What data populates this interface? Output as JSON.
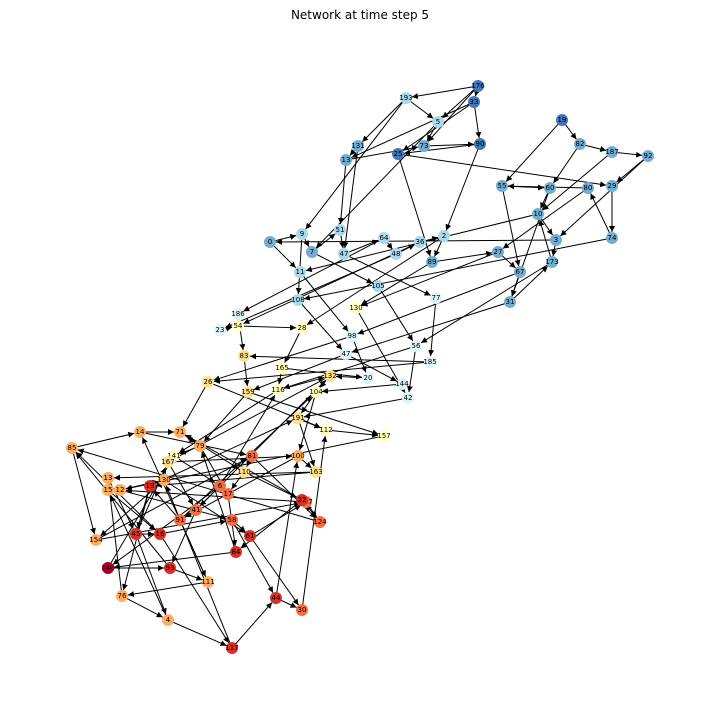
{
  "title": "Network at time step 5",
  "colors": {
    "edge": "#000000",
    "palette": [
      "#313695",
      "#4575b4",
      "#74add1",
      "#abd9e9",
      "#e0f3f8",
      "#ffffbf",
      "#fee090",
      "#fdae61",
      "#f46d43",
      "#d73027",
      "#a50026"
    ]
  },
  "nodes": [
    {
      "id": "176",
      "c": 1
    },
    {
      "id": "33",
      "c": 1
    },
    {
      "id": "193",
      "c": 3
    },
    {
      "id": "5",
      "c": 3
    },
    {
      "id": "19",
      "c": 1
    },
    {
      "id": "82",
      "c": 2
    },
    {
      "id": "187",
      "c": 2
    },
    {
      "id": "92",
      "c": 2
    },
    {
      "id": "131",
      "c": 2
    },
    {
      "id": "13",
      "c": 2
    },
    {
      "id": "73",
      "c": 2
    },
    {
      "id": "90",
      "c": 1
    },
    {
      "id": "25",
      "c": 1
    },
    {
      "id": "29",
      "c": 2
    },
    {
      "id": "74",
      "c": 2
    },
    {
      "id": "80",
      "c": 2
    },
    {
      "id": "55",
      "c": 2
    },
    {
      "id": "60",
      "c": 2
    },
    {
      "id": "10",
      "c": 2
    },
    {
      "id": "3",
      "c": 2
    },
    {
      "id": "0",
      "c": 2
    },
    {
      "id": "9",
      "c": 3
    },
    {
      "id": "7",
      "c": 2
    },
    {
      "id": "51",
      "c": 3
    },
    {
      "id": "47",
      "c": 3
    },
    {
      "id": "64",
      "c": 3
    },
    {
      "id": "48",
      "c": 3
    },
    {
      "id": "36",
      "c": 3
    },
    {
      "id": "2",
      "c": 3
    },
    {
      "id": "89",
      "c": 2
    },
    {
      "id": "27",
      "c": 2
    },
    {
      "id": "67",
      "c": 2
    },
    {
      "id": "31",
      "c": 2
    },
    {
      "id": "173",
      "c": 2
    },
    {
      "id": "11",
      "c": 3
    },
    {
      "id": "108",
      "c": 3
    },
    {
      "id": "105",
      "c": 3
    },
    {
      "id": "77",
      "c": 4
    },
    {
      "id": "186",
      "c": 4
    },
    {
      "id": "23",
      "c": 4
    },
    {
      "id": "54",
      "c": 5
    },
    {
      "id": "28",
      "c": 5
    },
    {
      "id": "130",
      "c": 5
    },
    {
      "id": "98",
      "c": 4
    },
    {
      "id": "47",
      "c": 4
    },
    {
      "id": "56",
      "c": 4
    },
    {
      "id": "185",
      "c": 4
    },
    {
      "id": "83",
      "c": 6
    },
    {
      "id": "165",
      "c": 5
    },
    {
      "id": "20",
      "c": 4
    },
    {
      "id": "144",
      "c": 4
    },
    {
      "id": "42",
      "c": 4
    },
    {
      "id": "26",
      "c": 6
    },
    {
      "id": "159",
      "c": 6
    },
    {
      "id": "116",
      "c": 5
    },
    {
      "id": "132",
      "c": 6
    },
    {
      "id": "104",
      "c": 5
    },
    {
      "id": "191",
      "c": 6
    },
    {
      "id": "112",
      "c": 5
    },
    {
      "id": "157",
      "c": 5
    },
    {
      "id": "85",
      "c": 7
    },
    {
      "id": "14",
      "c": 7
    },
    {
      "id": "71",
      "c": 7
    },
    {
      "id": "79",
      "c": 7
    },
    {
      "id": "141",
      "c": 5
    },
    {
      "id": "167",
      "c": 6
    },
    {
      "id": "100",
      "c": 7
    },
    {
      "id": "163",
      "c": 6
    },
    {
      "id": "13",
      "c": 7
    },
    {
      "id": "15",
      "c": 7
    },
    {
      "id": "12",
      "c": 7
    },
    {
      "id": "130",
      "c": 7
    },
    {
      "id": "154",
      "c": 7
    },
    {
      "id": "81",
      "c": 8
    },
    {
      "id": "110",
      "c": 6
    },
    {
      "id": "17",
      "c": 8
    },
    {
      "id": "6",
      "c": 8
    },
    {
      "id": "41",
      "c": 8
    },
    {
      "id": "91",
      "c": 8
    },
    {
      "id": "19",
      "c": 9
    },
    {
      "id": "45",
      "c": 9
    },
    {
      "id": "16",
      "c": 9
    },
    {
      "id": "58",
      "c": 8
    },
    {
      "id": "61",
      "c": 9
    },
    {
      "id": "107",
      "c": 8
    },
    {
      "id": "124",
      "c": 8
    },
    {
      "id": "22",
      "c": 9
    },
    {
      "id": "84",
      "c": 9
    },
    {
      "id": "140",
      "c": 10
    },
    {
      "id": "93",
      "c": 9
    },
    {
      "id": "111",
      "c": 7
    },
    {
      "id": "76",
      "c": 7
    },
    {
      "id": "4",
      "c": 7
    },
    {
      "id": "117",
      "c": 9
    },
    {
      "id": "44",
      "c": 9
    },
    {
      "id": "30",
      "c": 8
    }
  ],
  "edges": [
    [
      0,
      1
    ],
    [
      0,
      2
    ],
    [
      0,
      3
    ],
    [
      1,
      11
    ],
    [
      1,
      12
    ],
    [
      2,
      8
    ],
    [
      2,
      3
    ],
    [
      3,
      10
    ],
    [
      4,
      5
    ],
    [
      5,
      6
    ],
    [
      6,
      7
    ],
    [
      7,
      13
    ],
    [
      8,
      9
    ],
    [
      9,
      10
    ],
    [
      10,
      11
    ],
    [
      11,
      12
    ],
    [
      12,
      13
    ],
    [
      13,
      14
    ],
    [
      14,
      15
    ],
    [
      15,
      16
    ],
    [
      16,
      17
    ],
    [
      17,
      18
    ],
    [
      18,
      19
    ],
    [
      19,
      20
    ],
    [
      20,
      21
    ],
    [
      21,
      22
    ],
    [
      22,
      23
    ],
    [
      23,
      24
    ],
    [
      24,
      25
    ],
    [
      25,
      26
    ],
    [
      26,
      27
    ],
    [
      27,
      28
    ],
    [
      28,
      29
    ],
    [
      29,
      30
    ],
    [
      30,
      31
    ],
    [
      31,
      32
    ],
    [
      32,
      33
    ],
    [
      33,
      18
    ],
    [
      8,
      24
    ],
    [
      9,
      23
    ],
    [
      11,
      28
    ],
    [
      12,
      29
    ],
    [
      15,
      30
    ],
    [
      16,
      31
    ],
    [
      17,
      32
    ],
    [
      19,
      33
    ],
    [
      20,
      34
    ],
    [
      21,
      35
    ],
    [
      22,
      36
    ],
    [
      24,
      37
    ],
    [
      25,
      38
    ],
    [
      26,
      39
    ],
    [
      27,
      40
    ],
    [
      28,
      41
    ],
    [
      29,
      42
    ],
    [
      34,
      43
    ],
    [
      35,
      44
    ],
    [
      36,
      45
    ],
    [
      37,
      46
    ],
    [
      38,
      47
    ],
    [
      39,
      40
    ],
    [
      40,
      41
    ],
    [
      41,
      48
    ],
    [
      43,
      49
    ],
    [
      44,
      50
    ],
    [
      45,
      51
    ],
    [
      46,
      52
    ],
    [
      47,
      53
    ],
    [
      48,
      54
    ],
    [
      49,
      55
    ],
    [
      50,
      56
    ],
    [
      51,
      57
    ],
    [
      52,
      58
    ],
    [
      53,
      59
    ],
    [
      54,
      55
    ],
    [
      55,
      56
    ],
    [
      56,
      57
    ],
    [
      57,
      58
    ],
    [
      58,
      59
    ],
    [
      60,
      61
    ],
    [
      61,
      62
    ],
    [
      62,
      63
    ],
    [
      63,
      64
    ],
    [
      64,
      65
    ],
    [
      65,
      66
    ],
    [
      66,
      67
    ],
    [
      67,
      68
    ],
    [
      68,
      69
    ],
    [
      69,
      70
    ],
    [
      70,
      71
    ],
    [
      71,
      72
    ],
    [
      72,
      73
    ],
    [
      73,
      74
    ],
    [
      74,
      75
    ],
    [
      75,
      76
    ],
    [
      76,
      77
    ],
    [
      77,
      78
    ],
    [
      78,
      79
    ],
    [
      79,
      80
    ],
    [
      80,
      81
    ],
    [
      81,
      82
    ],
    [
      82,
      83
    ],
    [
      83,
      84
    ],
    [
      84,
      85
    ],
    [
      85,
      86
    ],
    [
      86,
      87
    ],
    [
      87,
      88
    ],
    [
      88,
      89
    ],
    [
      89,
      90
    ],
    [
      90,
      91
    ],
    [
      91,
      92
    ],
    [
      92,
      93
    ],
    [
      93,
      94
    ],
    [
      94,
      95
    ],
    [
      55,
      65
    ],
    [
      56,
      66
    ],
    [
      57,
      67
    ],
    [
      59,
      70
    ],
    [
      52,
      62
    ],
    [
      53,
      63
    ],
    [
      54,
      64
    ],
    [
      60,
      72
    ],
    [
      61,
      73
    ],
    [
      62,
      74
    ],
    [
      63,
      75
    ],
    [
      64,
      76
    ],
    [
      65,
      77
    ],
    [
      66,
      78
    ],
    [
      67,
      79
    ],
    [
      68,
      80
    ],
    [
      69,
      81
    ],
    [
      70,
      82
    ],
    [
      71,
      83
    ],
    [
      72,
      84
    ],
    [
      73,
      85
    ],
    [
      74,
      86
    ],
    [
      75,
      87
    ],
    [
      76,
      88
    ],
    [
      77,
      89
    ],
    [
      78,
      90
    ],
    [
      79,
      91
    ],
    [
      80,
      92
    ],
    [
      81,
      93
    ],
    [
      82,
      94
    ],
    [
      83,
      95
    ],
    [
      42,
      51
    ],
    [
      43,
      52
    ],
    [
      44,
      53
    ],
    [
      45,
      54
    ],
    [
      46,
      47
    ],
    [
      48,
      49
    ],
    [
      30,
      42
    ],
    [
      31,
      43
    ],
    [
      32,
      44
    ],
    [
      33,
      45
    ],
    [
      18,
      34
    ],
    [
      14,
      35
    ],
    [
      7,
      19
    ],
    [
      6,
      18
    ],
    [
      5,
      17
    ],
    [
      4,
      16
    ],
    [
      1,
      9
    ],
    [
      2,
      21
    ],
    [
      3,
      22
    ],
    [
      0,
      10
    ],
    [
      89,
      60
    ],
    [
      90,
      61
    ],
    [
      91,
      68
    ],
    [
      92,
      69
    ],
    [
      93,
      71
    ],
    [
      94,
      66
    ],
    [
      95,
      58
    ],
    [
      85,
      60
    ],
    [
      86,
      62
    ],
    [
      87,
      63
    ],
    [
      88,
      64
    ],
    [
      84,
      70
    ],
    [
      81,
      60
    ],
    [
      80,
      65
    ],
    [
      79,
      57
    ],
    [
      78,
      56
    ],
    [
      77,
      55
    ],
    [
      76,
      54
    ]
  ]
}
